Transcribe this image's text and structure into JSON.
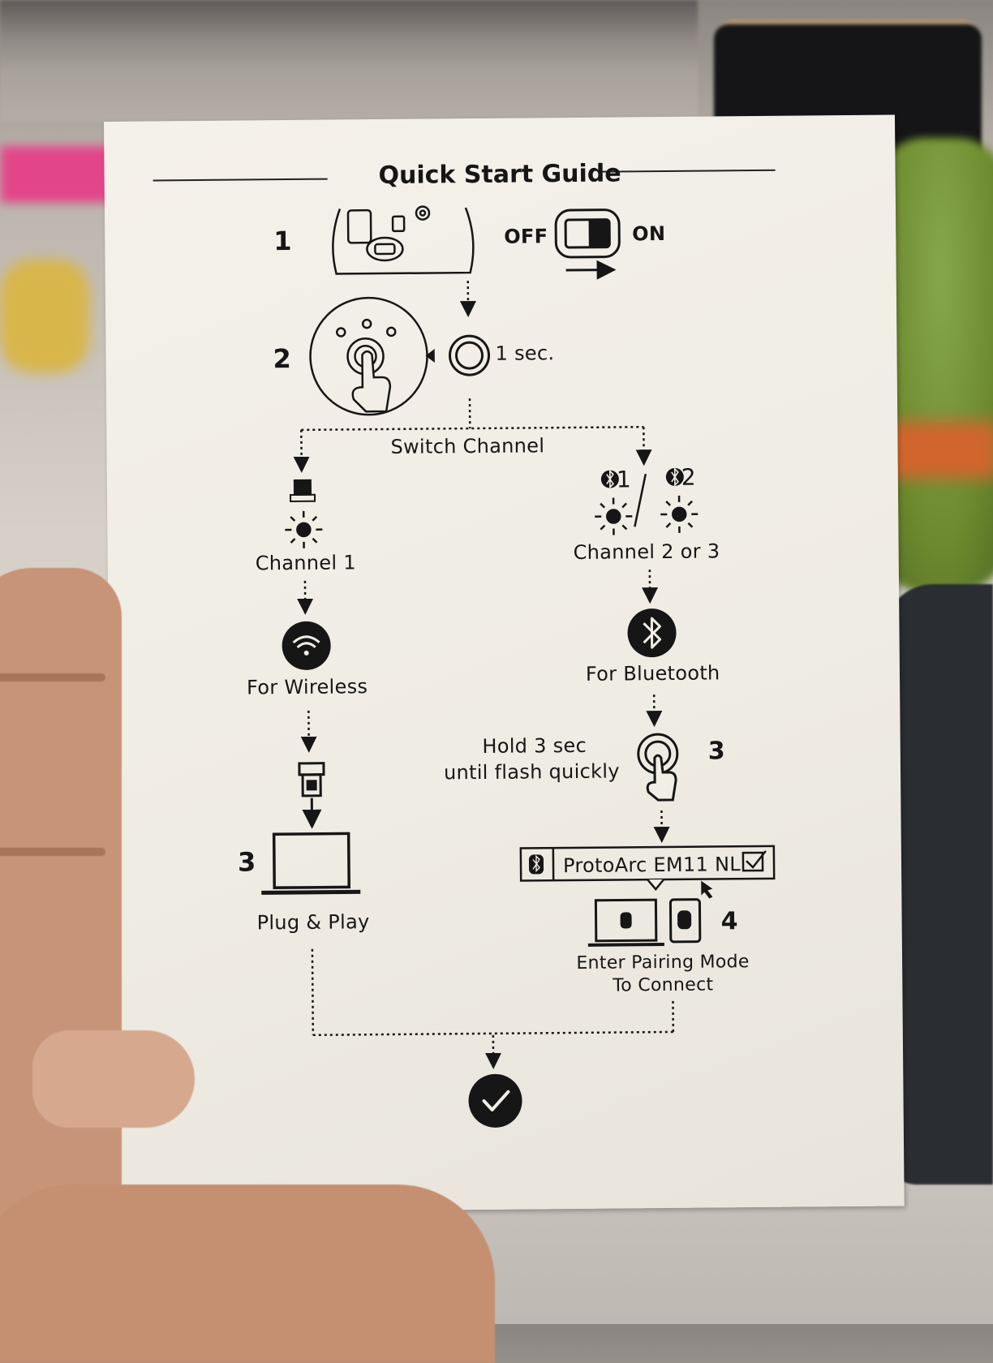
{
  "guide": {
    "title": "Quick Start Guide",
    "step1": {
      "number": "1",
      "off_label": "OFF",
      "on_label": "ON"
    },
    "step2": {
      "number": "2",
      "press_duration": "1 sec."
    },
    "switch_label": "Switch Channel",
    "left_branch": {
      "channel_label": "Channel 1",
      "mode_label": "For Wireless",
      "step_number": "3",
      "final_label": "Plug & Play"
    },
    "right_branch": {
      "bt1": "1",
      "bt2": "2",
      "channel_label": "Channel 2 or 3",
      "mode_label": "For Bluetooth",
      "hold_line1": "Hold 3 sec",
      "hold_line2": "until flash quickly",
      "hold_step_number": "3",
      "device_name": "ProtoArc EM11 NL",
      "pair_step_number": "4",
      "pair_line1": "Enter Pairing Mode",
      "pair_line2": "To Connect"
    },
    "icons": [
      "mouse-underside-icon",
      "power-switch-icon",
      "button-press-icon",
      "usb-receiver-icon",
      "wireless-icon",
      "bluetooth-icon",
      "laptop-icon",
      "tablet-icon",
      "checkbox-icon",
      "cursor-icon",
      "checkmark-icon"
    ]
  },
  "colors": {
    "card": "#f1eee6",
    "ink": "#161616"
  }
}
